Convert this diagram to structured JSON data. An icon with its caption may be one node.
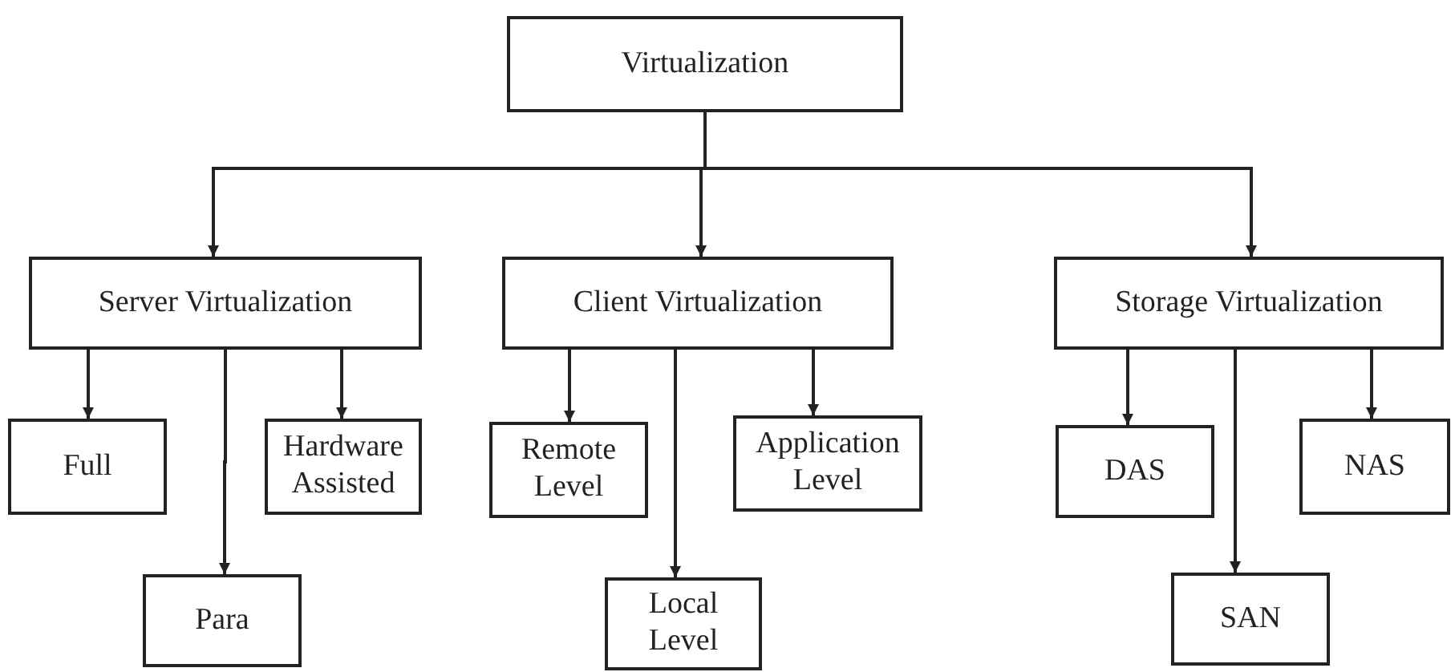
{
  "diagram": {
    "nodes": [
      {
        "text": [
          "Virtualization"
        ]
      },
      {
        "text": [
          "Server Virtualization"
        ]
      },
      {
        "text": [
          "Client Virtualization"
        ]
      },
      {
        "text": [
          "Storage Virtualization"
        ]
      },
      {
        "text": [
          "Full"
        ]
      },
      {
        "text": [
          "Hardware Assisted"
        ]
      },
      {
        "text": [
          "Para"
        ]
      },
      {
        "text": [
          "Remote Level"
        ]
      },
      {
        "text": [
          "Application Level"
        ]
      },
      {
        "text": [
          "Local Level"
        ]
      },
      {
        "text": [
          "DAS"
        ]
      },
      {
        "text": [
          "NAS"
        ]
      },
      {
        "text": [
          "SAN"
        ]
      }
    ],
    "edges": [
      {
        "from": 0,
        "to": 1,
        "arrow": "to"
      },
      {
        "from": 0,
        "to": 2,
        "arrow": "to"
      },
      {
        "from": 0,
        "to": 3,
        "arrow": "to"
      },
      {
        "from": 1,
        "to": 4,
        "arrow": "to"
      },
      {
        "from": 1,
        "to": 6,
        "arrow": "to"
      },
      {
        "from": 1,
        "to": 5,
        "arrow": "to"
      },
      {
        "from": 2,
        "to": 7,
        "arrow": "to"
      },
      {
        "from": 2,
        "to": 9,
        "arrow": "to"
      },
      {
        "from": 2,
        "to": 8,
        "arrow": "to"
      },
      {
        "from": 3,
        "to": 10,
        "arrow": "to"
      },
      {
        "from": 3,
        "to": 12,
        "arrow": "to"
      },
      {
        "from": 3,
        "to": 11,
        "arrow": "to"
      }
    ]
  }
}
